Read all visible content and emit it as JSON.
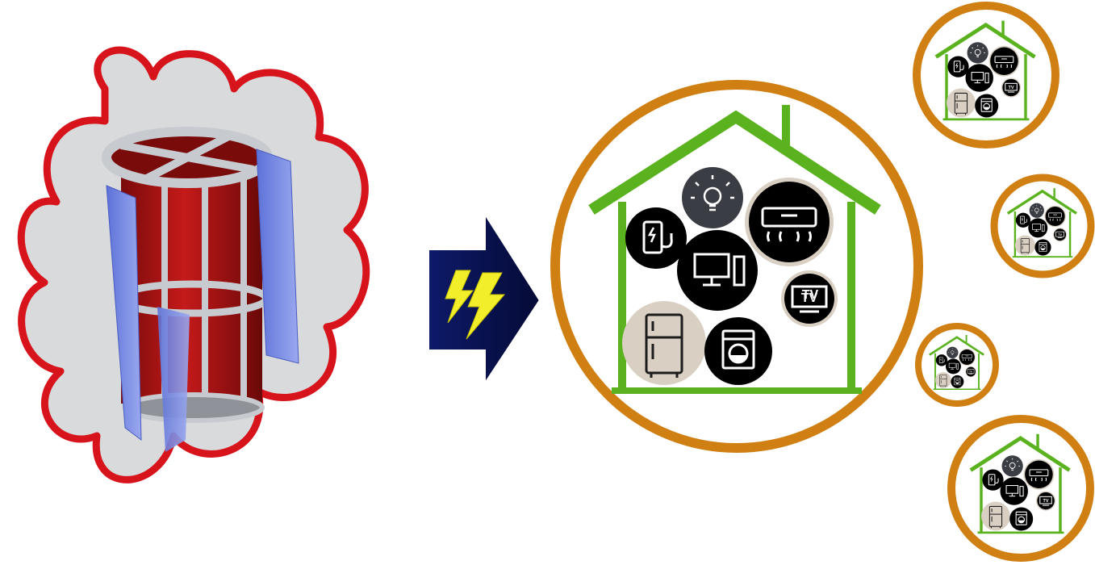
{
  "diagram": {
    "source": {
      "name": "vertical-wind-turbine",
      "cloud_color": "#d7141c",
      "cloud_fill": "#d8dadb"
    },
    "connector": {
      "name": "energy-arrow",
      "fill": "#0c1450",
      "bolt_color": "#f2ef2a"
    },
    "main_house": {
      "ring_color": "#d07f12",
      "house_color": "#5bb21f",
      "appliances": [
        {
          "icon": "light-bulb-icon"
        },
        {
          "icon": "air-conditioner-icon"
        },
        {
          "icon": "phone-charging-icon"
        },
        {
          "icon": "desktop-computer-icon"
        },
        {
          "icon": "television-icon",
          "label": "TV"
        },
        {
          "icon": "refrigerator-icon"
        },
        {
          "icon": "washing-machine-icon"
        }
      ]
    },
    "small_houses": [
      {
        "name": "house-1"
      },
      {
        "name": "house-2"
      },
      {
        "name": "house-3"
      },
      {
        "name": "house-4"
      }
    ]
  }
}
